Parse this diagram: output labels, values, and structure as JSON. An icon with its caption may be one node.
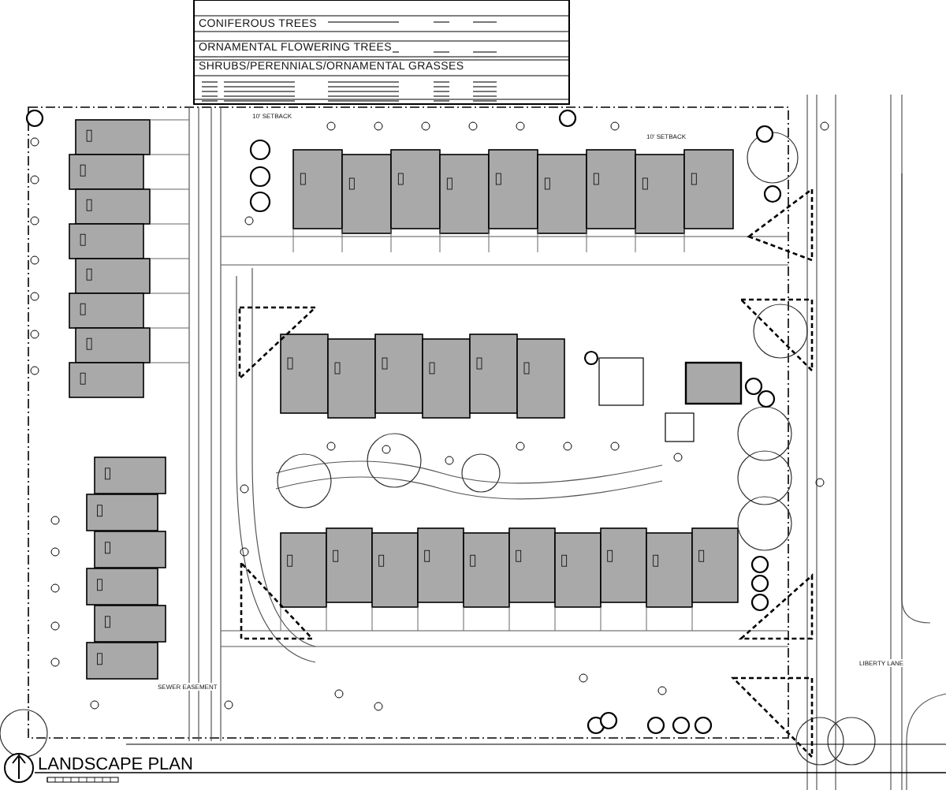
{
  "diagram": {
    "title": "LANDSCAPE PLAN",
    "labels": [
      "CONIFEROUS TREES",
      "ORNAMENTAL FLOWERING TREES",
      "SHRUBS/PERENNIALS/ORNAMENTAL GRASSES",
      "10' SETBACK",
      "10' SETBACK",
      "SEWER EASEMENT",
      "LIBERTY LANE"
    ]
  }
}
